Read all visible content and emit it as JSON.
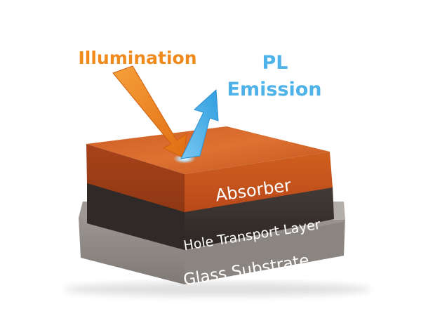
{
  "labels": {
    "illumination": "Illumination",
    "pl_line1": "PL",
    "pl_line2": "Emission",
    "absorber": "Absorber",
    "hole_transport": "Hole Transport Layer",
    "glass": "Glass Substrate"
  },
  "colors": {
    "illumination": "#f08a1c",
    "pl_emission": "#4fb3ea",
    "absorber_front": "#c9531c",
    "absorber_top": "#d8682c",
    "htl_front": "#3a3330",
    "glass_front": "#8f8a86",
    "glass_top": "#a8a39f"
  }
}
